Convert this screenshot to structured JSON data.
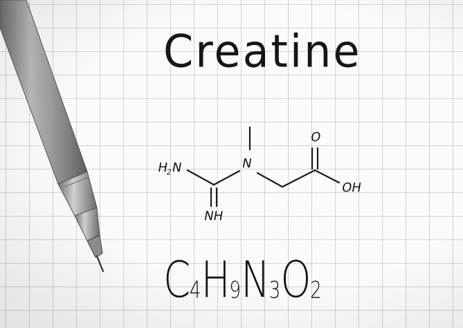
{
  "title": "Creatine",
  "structure": {
    "h2n": {
      "main": "H",
      "sub": "2",
      "tail": "N"
    },
    "n_center": "N",
    "nh": "NH",
    "o": "O",
    "oh": "OH"
  },
  "formula": [
    {
      "el": "C",
      "n": "4"
    },
    {
      "el": "H",
      "n": "9"
    },
    {
      "el": "N",
      "n": "3"
    },
    {
      "el": "O",
      "n": "2"
    }
  ],
  "colors": {
    "ink": "#1a1a1a",
    "paper": "#fbfbfb",
    "grid": "#a0a0a0",
    "pen_body": "#8a8a8a"
  },
  "icons": {
    "pen": "pen-icon"
  }
}
